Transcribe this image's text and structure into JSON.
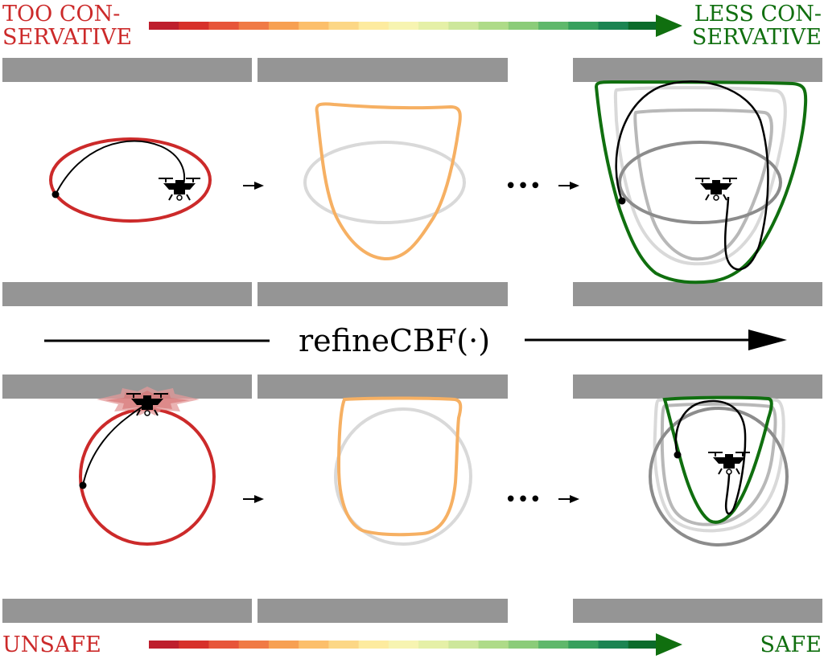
{
  "labels": {
    "top_left_line1": "TOO CON-",
    "top_left_line2": "SERVATIVE",
    "top_right_line1": "LESS CON-",
    "top_right_line2": "SERVATIVE",
    "middle_operator": "refineCBF(·)",
    "bottom_left": "UNSAFE",
    "bottom_right": "SAFE",
    "ellipsis_top": "•••",
    "ellipsis_bottom": "•••"
  },
  "colors": {
    "red": "#cc2a2a",
    "orange": "#f6b063",
    "green": "#106f0f",
    "wall": "#959595",
    "light_gray": "#d9d9d9",
    "mid_gray": "#b8b8b8",
    "dark_gray": "#8c8c8c",
    "black": "#000000",
    "gradient": [
      "#be1e2d",
      "#d7302a",
      "#e7553a",
      "#f07a45",
      "#f7a052",
      "#fcbf6b",
      "#fcd786",
      "#fdeb9f",
      "#f7f4b1",
      "#e5f0a7",
      "#cde79b",
      "#aedb88",
      "#8bcc79",
      "#5fb86b",
      "#37a05d",
      "#1b8452",
      "#0b6b2b"
    ],
    "gradient_arrow": "#0b6b2b"
  },
  "icons": {
    "drone": "quadcopter-icon",
    "crash": "collision-burst-icon",
    "arrow": "right-arrow-icon"
  }
}
